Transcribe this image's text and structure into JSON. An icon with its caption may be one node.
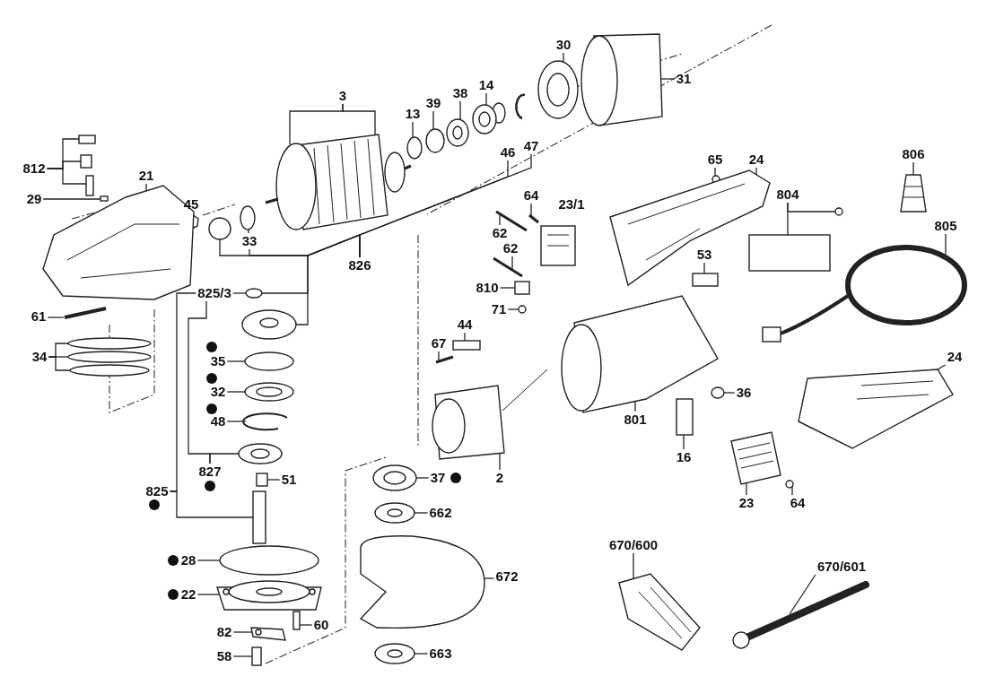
{
  "diagram": {
    "nodes": [
      {
        "text": [
          "3"
        ]
      },
      {
        "text": [
          "30"
        ]
      },
      {
        "text": [
          "31"
        ]
      },
      {
        "text": [
          "13"
        ]
      },
      {
        "text": [
          "39"
        ]
      },
      {
        "text": [
          "38"
        ]
      },
      {
        "text": [
          "14"
        ]
      },
      {
        "text": [
          "812"
        ]
      },
      {
        "text": [
          "21"
        ]
      },
      {
        "text": [
          "29"
        ]
      },
      {
        "text": [
          "46"
        ]
      },
      {
        "text": [
          "47"
        ]
      },
      {
        "text": [
          "65"
        ]
      },
      {
        "text": [
          "24"
        ]
      },
      {
        "text": [
          "806"
        ]
      },
      {
        "text": [
          "804"
        ]
      },
      {
        "text": [
          "64"
        ]
      },
      {
        "text": [
          "62"
        ]
      },
      {
        "text": [
          "805"
        ]
      },
      {
        "text": [
          "33"
        ]
      },
      {
        "text": [
          "826"
        ]
      },
      {
        "text": [
          "53"
        ]
      },
      {
        "text": [
          "62"
        ]
      },
      {
        "text": [
          "810"
        ]
      },
      {
        "text": [
          "825/3"
        ]
      },
      {
        "text": [
          "61"
        ]
      },
      {
        "text": [
          "71"
        ]
      },
      {
        "text": [
          "44"
        ]
      },
      {
        "text": [
          "67"
        ]
      },
      {
        "text": [
          "24"
        ]
      },
      {
        "text": [
          "35"
        ]
      },
      {
        "text": [
          "34"
        ]
      },
      {
        "text": [
          "32"
        ]
      },
      {
        "text": [
          "36"
        ]
      },
      {
        "text": [
          "48"
        ]
      },
      {
        "text": [
          "801"
        ]
      },
      {
        "text": [
          "16"
        ]
      },
      {
        "text": [
          "2"
        ]
      },
      {
        "text": [
          "37"
        ]
      },
      {
        "text": [
          "827"
        ]
      },
      {
        "text": [
          "51"
        ]
      },
      {
        "text": [
          "23"
        ]
      },
      {
        "text": [
          "64"
        ]
      },
      {
        "text": [
          "825"
        ]
      },
      {
        "text": [
          "662"
        ]
      },
      {
        "text": [
          "670/600"
        ]
      },
      {
        "text": [
          "670/601"
        ]
      },
      {
        "text": [
          "672"
        ]
      },
      {
        "text": [
          "28"
        ]
      },
      {
        "text": [
          "22"
        ]
      },
      {
        "text": [
          "82"
        ]
      },
      {
        "text": [
          "60"
        ]
      },
      {
        "text": [
          "58"
        ]
      },
      {
        "text": [
          "663"
        ]
      },
      {
        "text": [],
        "shape": "picture"
      },
      {
        "text": [],
        "shape": "picture"
      },
      {
        "text": [],
        "shape": "picture"
      },
      {
        "text": [],
        "shape": "circle"
      },
      {
        "text": [],
        "shape": "circle"
      },
      {
        "text": [],
        "shape": "picture"
      },
      {
        "text": [],
        "shape": "picture"
      },
      {
        "text": [],
        "shape": "box"
      },
      {
        "text": [],
        "shape": "box"
      },
      {
        "text": [],
        "shape": "box"
      },
      {
        "text": [],
        "shape": "picture"
      },
      {
        "text": [],
        "shape": "box"
      },
      {
        "text": [],
        "shape": "circle"
      },
      {
        "text": [],
        "shape": "picture"
      },
      {
        "text": [],
        "shape": "picture"
      },
      {
        "text": [],
        "shape": "circle"
      },
      {
        "text": [],
        "shape": "box"
      },
      {
        "text": [],
        "shape": "picture"
      },
      {
        "text": [],
        "shape": "picture"
      },
      {
        "text": [],
        "shape": "picture"
      },
      {
        "text": [],
        "shape": "circle"
      },
      {
        "text": [],
        "shape": "circle"
      },
      {
        "text": [],
        "shape": "circle"
      },
      {
        "text": [],
        "shape": "picture"
      },
      {
        "text": [],
        "shape": "box"
      },
      {
        "text": [],
        "shape": "picture"
      },
      {
        "text": [],
        "shape": "box"
      },
      {
        "text": [],
        "shape": "picture"
      },
      {
        "text": [],
        "shape": "circle"
      },
      {
        "text": [],
        "shape": "box"
      },
      {
        "text": [],
        "shape": "picture"
      },
      {
        "text": [],
        "shape": "picture"
      },
      {
        "text": [],
        "shape": "circle"
      },
      {
        "text": [],
        "shape": "circle"
      },
      {
        "text": [],
        "shape": "circle"
      },
      {
        "text": [],
        "shape": "circle"
      },
      {
        "text": [],
        "shape": "picture"
      },
      {
        "text": [],
        "shape": "circle"
      },
      {
        "text": [],
        "shape": "picture"
      },
      {
        "text": [],
        "shape": "picture"
      },
      {
        "text": [],
        "shape": "box"
      },
      {
        "text": [],
        "shape": "picture"
      },
      {
        "text": [],
        "shape": "picture"
      },
      {
        "text": [],
        "shape": "picture"
      },
      {
        "text": [],
        "shape": "box"
      },
      {
        "text": [],
        "shape": "picture"
      },
      {
        "text": [],
        "shape": "circle"
      },
      {
        "text": [],
        "shape": "box"
      },
      {
        "text": [],
        "shape": "picture"
      },
      {
        "text": [],
        "shape": "picture"
      },
      {
        "text": [],
        "shape": "picture"
      },
      {
        "text": [],
        "shape": "picture"
      },
      {
        "text": [],
        "shape": "circle"
      },
      {
        "text": [],
        "shape": "picture"
      },
      {
        "text": [],
        "shape": "picture"
      },
      {
        "text": [],
        "shape": "box"
      },
      {
        "text": [],
        "shape": "box"
      },
      {
        "text": [],
        "shape": "picture"
      }
    ],
    "edges": [
      {
        "from": 0,
        "to": 54,
        "arrow": "none"
      },
      {
        "from": 0,
        "to": 54,
        "arrow": "none"
      },
      {
        "from": 1,
        "to": 55,
        "arrow": "none"
      },
      {
        "from": 2,
        "to": 56,
        "arrow": "none"
      },
      {
        "from": 3,
        "to": 57,
        "arrow": "none"
      },
      {
        "from": 4,
        "to": 58,
        "arrow": "none"
      },
      {
        "from": 5,
        "to": 59,
        "arrow": "none"
      },
      {
        "from": 6,
        "to": 60,
        "arrow": "none"
      },
      {
        "from": 7,
        "to": 61,
        "arrow": "none"
      },
      {
        "from": 7,
        "to": 62,
        "arrow": "none"
      },
      {
        "from": 7,
        "to": 63,
        "arrow": "none"
      },
      {
        "from": 8,
        "to": 64,
        "arrow": "none"
      },
      {
        "from": 9,
        "to": 65,
        "arrow": "none"
      },
      {
        "from": 12,
        "to": 66,
        "arrow": "none"
      },
      {
        "from": 13,
        "to": 67,
        "arrow": "none"
      },
      {
        "from": 14,
        "to": 68,
        "arrow": "none"
      },
      {
        "from": 15,
        "to": 69,
        "arrow": "none"
      },
      {
        "from": 15,
        "to": 70,
        "arrow": "none"
      },
      {
        "from": 16,
        "to": 71,
        "arrow": "none"
      },
      {
        "from": 17,
        "to": 72,
        "arrow": "none"
      },
      {
        "from": 18,
        "to": 73,
        "arrow": "none"
      },
      {
        "from": 19,
        "to": 74,
        "arrow": "none"
      },
      {
        "from": 20,
        "to": 19,
        "arrow": "none"
      },
      {
        "from": 20,
        "to": 75,
        "arrow": "none"
      },
      {
        "from": 20,
        "to": 76,
        "arrow": "none"
      },
      {
        "from": 20,
        "to": 77,
        "arrow": "none"
      },
      {
        "from": 20,
        "to": 10,
        "arrow": "none"
      },
      {
        "from": 20,
        "to": 11,
        "arrow": "none"
      },
      {
        "from": 21,
        "to": 78,
        "arrow": "none"
      },
      {
        "from": 22,
        "to": 79,
        "arrow": "none"
      },
      {
        "from": 23,
        "to": 80,
        "arrow": "none"
      },
      {
        "from": 24,
        "to": 76,
        "arrow": "none"
      },
      {
        "from": 25,
        "to": 81,
        "arrow": "none"
      },
      {
        "from": 26,
        "to": 82,
        "arrow": "none"
      },
      {
        "from": 27,
        "to": 83,
        "arrow": "none"
      },
      {
        "from": 28,
        "to": 84,
        "arrow": "none"
      },
      {
        "from": 29,
        "to": 85,
        "arrow": "none"
      },
      {
        "from": 30,
        "to": 86,
        "arrow": "none"
      },
      {
        "from": 31,
        "to": 87,
        "arrow": "none"
      },
      {
        "from": 31,
        "to": 88,
        "arrow": "none"
      },
      {
        "from": 31,
        "to": 89,
        "arrow": "none"
      },
      {
        "from": 32,
        "to": 90,
        "arrow": "none"
      },
      {
        "from": 33,
        "to": 91,
        "arrow": "none"
      },
      {
        "from": 34,
        "to": 92,
        "arrow": "none"
      },
      {
        "from": 35,
        "to": 93,
        "arrow": "none"
      },
      {
        "from": 36,
        "to": 94,
        "arrow": "none"
      },
      {
        "from": 37,
        "to": 95,
        "arrow": "none"
      },
      {
        "from": 38,
        "to": 96,
        "arrow": "none"
      },
      {
        "from": 39,
        "to": 24,
        "arrow": "none"
      },
      {
        "from": 39,
        "to": 97,
        "arrow": "none"
      },
      {
        "from": 40,
        "to": 98,
        "arrow": "none"
      },
      {
        "from": 41,
        "to": 99,
        "arrow": "none"
      },
      {
        "from": 42,
        "to": 100,
        "arrow": "none"
      },
      {
        "from": 43,
        "to": 24,
        "arrow": "none"
      },
      {
        "from": 43,
        "to": 101,
        "arrow": "none"
      },
      {
        "from": 44,
        "to": 102,
        "arrow": "none"
      },
      {
        "from": 45,
        "to": 103,
        "arrow": "none"
      },
      {
        "from": 46,
        "to": 104,
        "arrow": "none"
      },
      {
        "from": 47,
        "to": 105,
        "arrow": "none"
      },
      {
        "from": 48,
        "to": 106,
        "arrow": "none"
      },
      {
        "from": 49,
        "to": 107,
        "arrow": "none"
      },
      {
        "from": 50,
        "to": 108,
        "arrow": "none"
      },
      {
        "from": 51,
        "to": 109,
        "arrow": "none"
      },
      {
        "from": 52,
        "to": 110,
        "arrow": "none"
      },
      {
        "from": 53,
        "to": 111,
        "arrow": "none"
      }
    ],
    "labels": [
      "23/1",
      "45"
    ]
  }
}
